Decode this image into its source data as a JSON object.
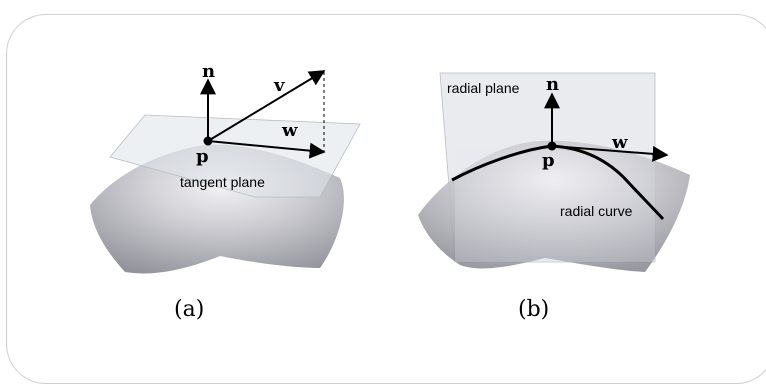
{
  "panel_a": {
    "caption": "(a)",
    "labels": {
      "normal": "n",
      "vector_v": "v",
      "vector_w": "w",
      "point": "p",
      "plane": "tangent plane"
    }
  },
  "panel_b": {
    "caption": "(b)",
    "labels": {
      "plane": "radial plane",
      "normal": "n",
      "vector_w": "w",
      "point": "p",
      "curve": "radial curve"
    }
  }
}
